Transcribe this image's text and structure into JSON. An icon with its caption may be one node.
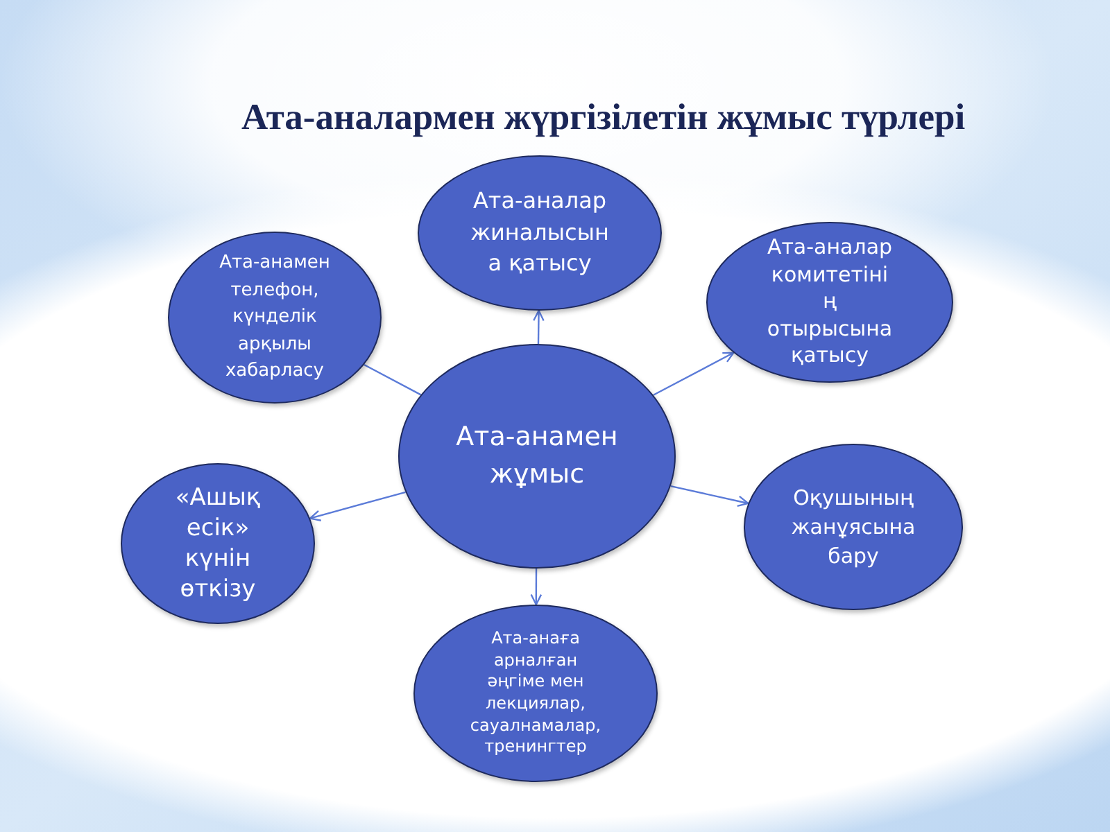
{
  "diagram": {
    "title": "Ата-аналармен жүргізілетін жұмыс түрлері",
    "nodes": [
      {
        "text": [
          "Ата-аналар жиналысын а қатысу"
        ]
      },
      {
        "text": [
          "Ата-анамен телефон, күнделік арқылы хабарласу"
        ]
      },
      {
        "text": [
          "Ата-аналар комитетіні ң отырысына қатысу"
        ]
      },
      {
        "text": [
          "Ата-анамен жұмыс"
        ]
      },
      {
        "text": [
          "«Ашық есік» күнін өткізу"
        ]
      },
      {
        "text": [
          "Оқушының жанұясына бару"
        ]
      },
      {
        "text": [
          "Ата-анаға арналған әңгіме мен лекциялар, сауалнамалар, тренингтер"
        ]
      }
    ],
    "edges": [
      {
        "from": 3,
        "to": 0,
        "arrow": "to"
      },
      {
        "from": 1,
        "to": 3,
        "arrow": "none"
      },
      {
        "from": 3,
        "to": 2,
        "arrow": "to"
      },
      {
        "from": 3,
        "to": 4,
        "arrow": "to"
      },
      {
        "from": 3,
        "to": 5,
        "arrow": "to"
      },
      {
        "from": 3,
        "to": 6,
        "arrow": "to"
      }
    ]
  }
}
